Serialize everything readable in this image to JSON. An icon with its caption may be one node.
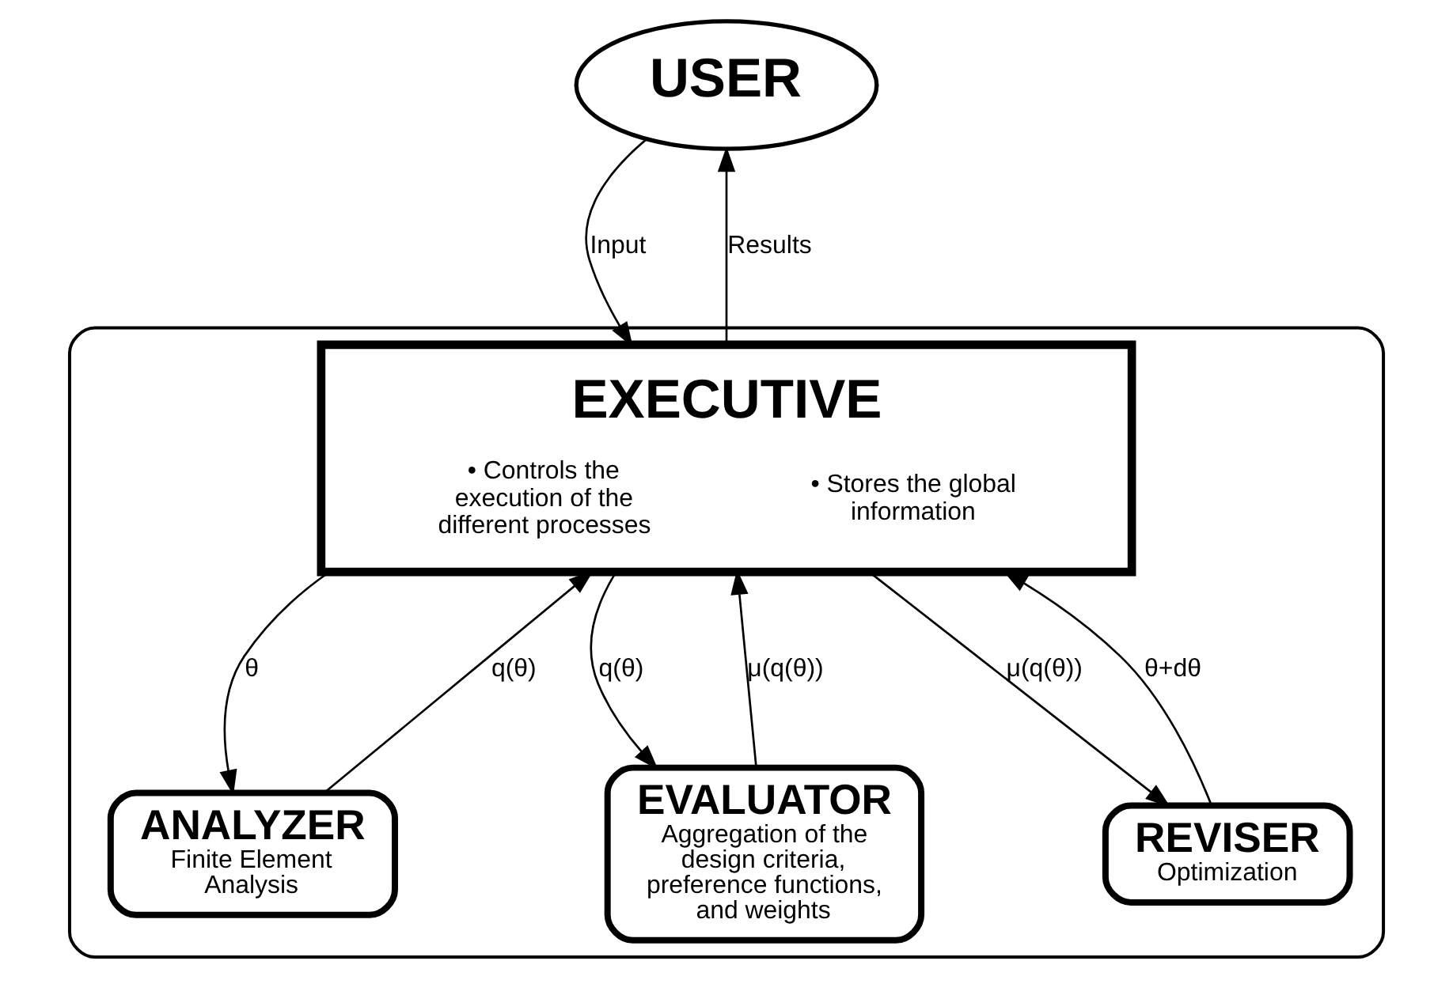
{
  "diagram": {
    "nodes": [
      {
        "text": [
          "USER"
        ]
      },
      {
        "text": [],
        "shape": "box"
      },
      {
        "text": [
          "EXECUTIVE",
          "• Controls the execution of the different processes",
          "• Stores the global information"
        ],
        "in": 1
      },
      {
        "text": [
          "ANALYZER",
          "Finite Element Analysis"
        ],
        "in": 1
      },
      {
        "text": [
          "EVALUATOR",
          "Aggregation of the design criteria, preference functions, and weights"
        ],
        "in": 1
      },
      {
        "text": [
          "REVISER",
          "Optimization"
        ],
        "in": 1
      }
    ],
    "edges": [
      {
        "from": 0,
        "to": 2,
        "arrow": "to",
        "label": "Input"
      },
      {
        "from": 2,
        "to": 0,
        "arrow": "to",
        "label": "Results"
      },
      {
        "from": 2,
        "to": 3,
        "arrow": "to",
        "label": "θ"
      },
      {
        "from": 3,
        "to": 2,
        "arrow": "to",
        "label": "q(θ)"
      },
      {
        "from": 2,
        "to": 4,
        "arrow": "to",
        "label": "q(θ)"
      },
      {
        "from": 4,
        "to": 2,
        "arrow": "to",
        "label": "μ(q(θ))"
      },
      {
        "from": 2,
        "to": 5,
        "arrow": "to",
        "label": "μ(q(θ))"
      },
      {
        "from": 5,
        "to": 2,
        "arrow": "to",
        "label": "θ+dθ"
      }
    ]
  }
}
